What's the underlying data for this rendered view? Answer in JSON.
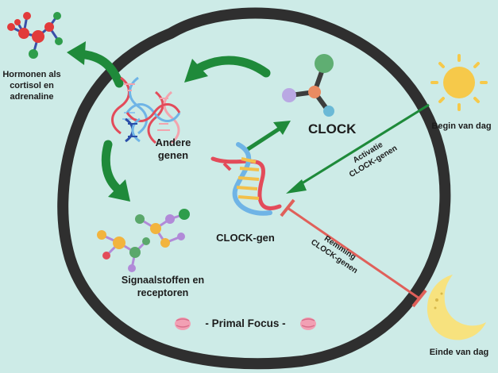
{
  "labels": {
    "hormones": "Hormonen als cortisol en adrenaline",
    "other_genes": "Andere genen",
    "clock": "CLOCK",
    "clock_gene": "CLOCK-gen",
    "signals": "Signaalstoffen en receptoren",
    "day_start": "Begin van dag",
    "day_end": "Einde van dag",
    "activation": "Activatie CLOCK-genen",
    "inhibition": "Remming CLOCK-genen",
    "brand": "- Primal Focus -"
  },
  "icons": {
    "sun": "sun-icon",
    "moon": "moon-icon",
    "brain": "brain-icon",
    "dna": "dna-icon",
    "molecule": "molecule-icon"
  },
  "colors": {
    "background": "#cdebe7",
    "cell_border": "#2f2f2f",
    "green_arrow": "#1f8a3a",
    "activation_line": "#1e8a3a",
    "inhibition_line": "#e0605a",
    "sun": "#f6c94a",
    "moon": "#f7e27e"
  }
}
